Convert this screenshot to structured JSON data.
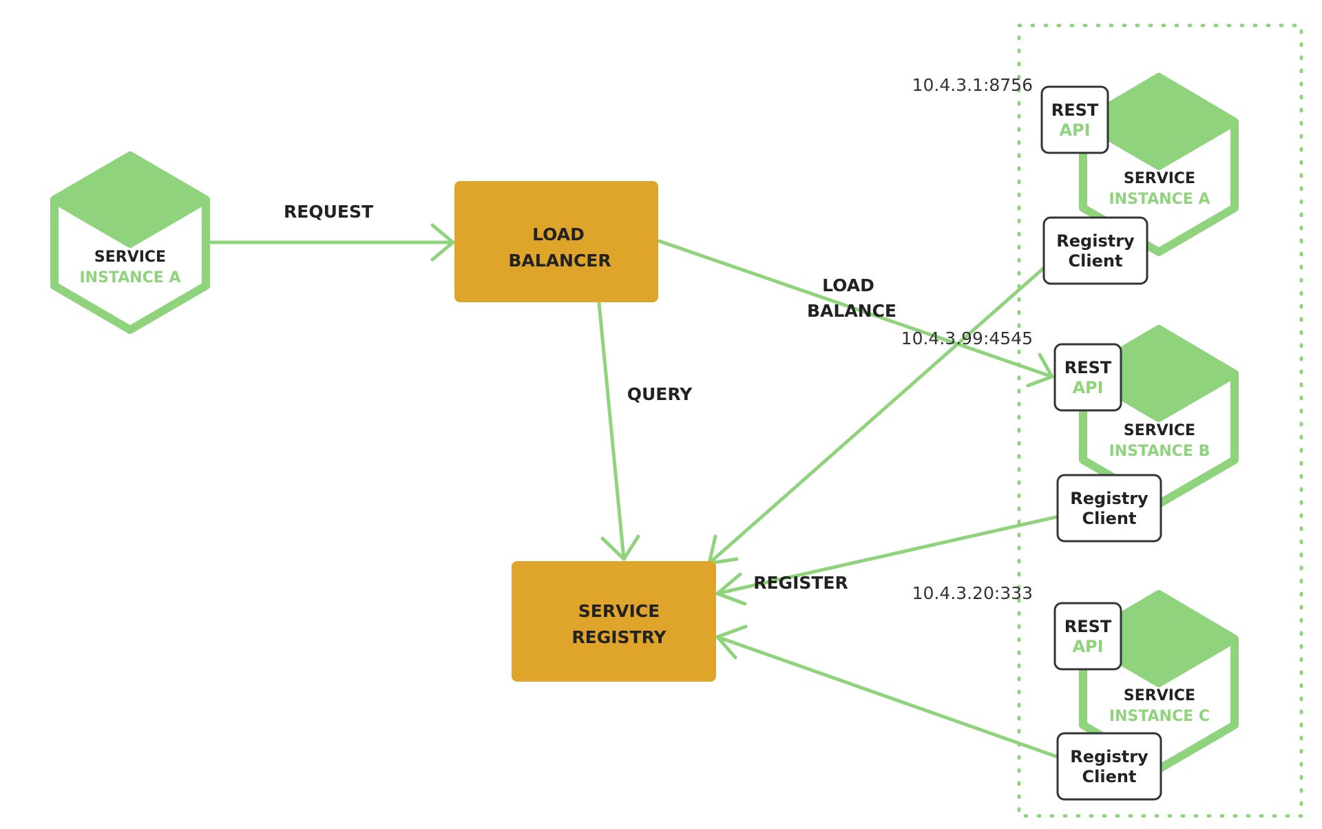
{
  "colors": {
    "green": "#8fd47c",
    "box": "#dfa52a",
    "text": "#222222",
    "address": "#333333"
  },
  "client": {
    "line1": "SERVICE",
    "line2": "INSTANCE A"
  },
  "load_balancer": {
    "line1": "LOAD",
    "line2": "BALANCER"
  },
  "service_registry": {
    "line1": "SERVICE",
    "line2": "REGISTRY"
  },
  "edges": {
    "request": "REQUEST",
    "query": "QUERY",
    "load_balance_1": "LOAD",
    "load_balance_2": "BALANCE",
    "register": "REGISTER"
  },
  "instances": [
    {
      "address": "10.4.3.1:8756",
      "line1": "SERVICE",
      "line2": "INSTANCE A",
      "api1": "REST",
      "api2": "API",
      "client1": "Registry",
      "client2": "Client"
    },
    {
      "address": "10.4.3.99:4545",
      "line1": "SERVICE",
      "line2": "INSTANCE B",
      "api1": "REST",
      "api2": "API",
      "client1": "Registry",
      "client2": "Client"
    },
    {
      "address": "10.4.3.20:333",
      "line1": "SERVICE",
      "line2": "INSTANCE C",
      "api1": "REST",
      "api2": "API",
      "client1": "Registry",
      "client2": "Client"
    }
  ]
}
